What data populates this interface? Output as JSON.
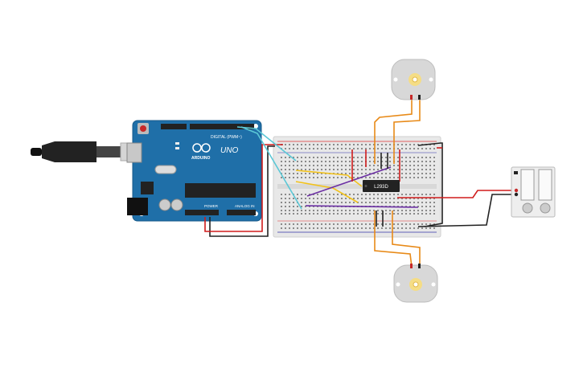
{
  "arduino": {
    "brand": "ARDUINO",
    "model": "UNO",
    "header_digital": "DIGITAL (PWM~)",
    "header_power": "POWER",
    "header_analog": "ANALOG IN",
    "board_color": "#1f6fa8"
  },
  "driver_ic": {
    "label": "L293D"
  },
  "components": {
    "motor_top": "dc-motor",
    "motor_bottom": "dc-motor",
    "battery": "battery-pack",
    "usb_cable": "usb-cable",
    "breadboard": "breadboard"
  },
  "wire_colors": {
    "red": "#d01c1c",
    "black": "#222222",
    "orange": "#e88a18",
    "yellow": "#f2c21b",
    "purple": "#6b2fa3",
    "cyan": "#5cc8d6"
  }
}
